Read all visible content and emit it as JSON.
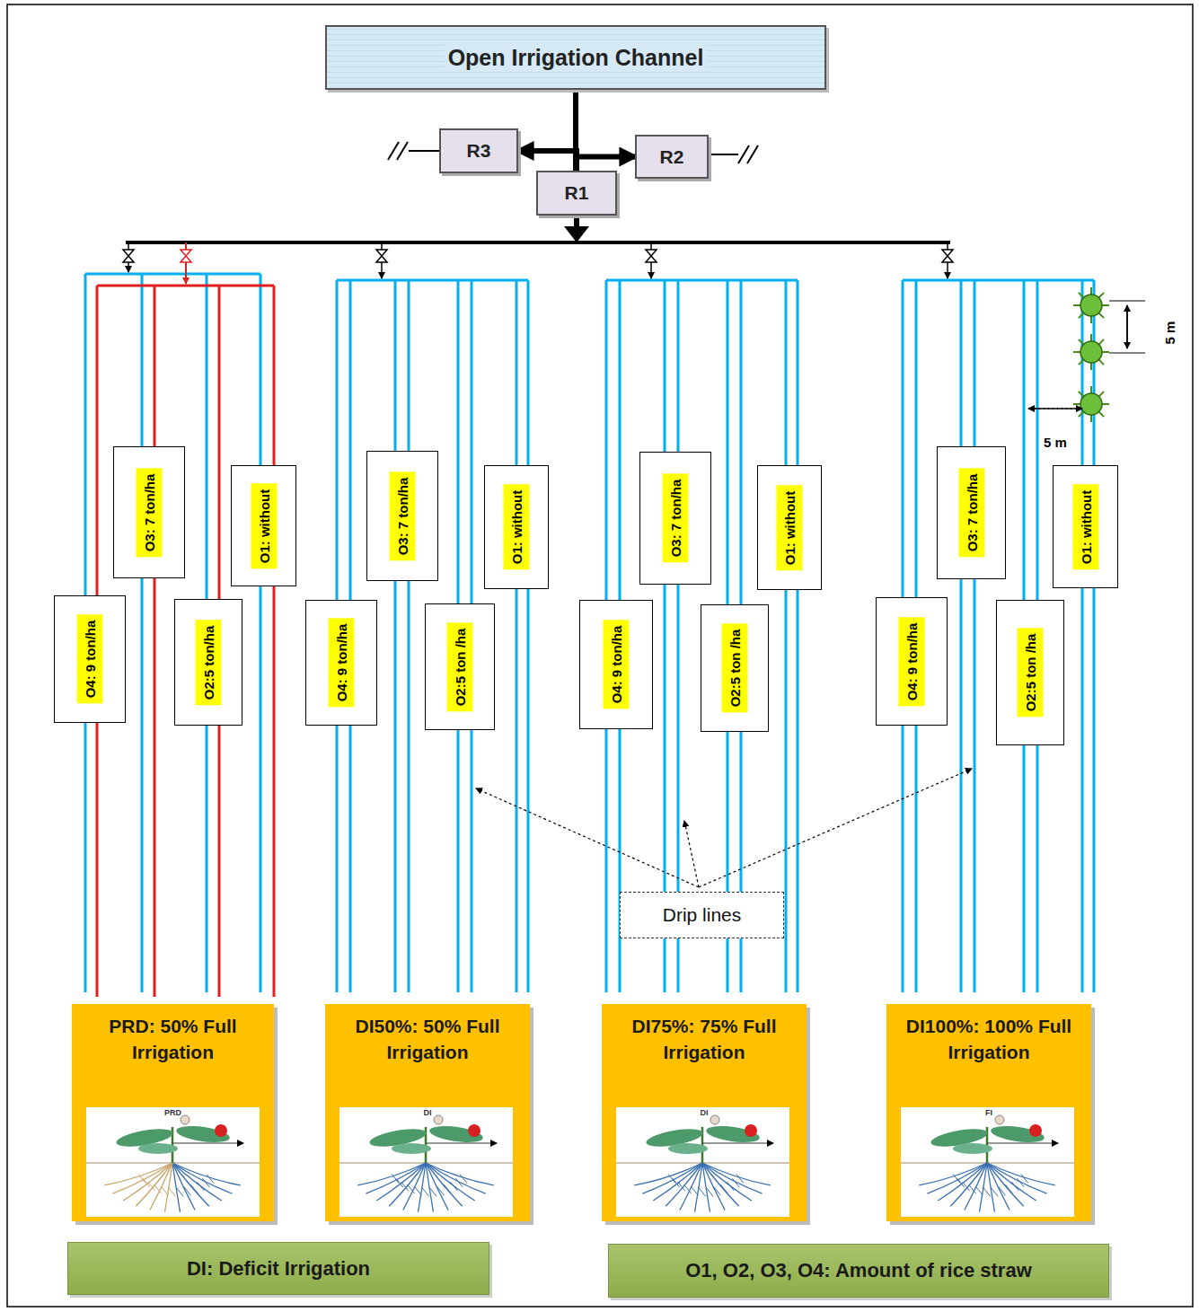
{
  "diagram": {
    "nodes": [
      {
        "text": [
          "Open Irrigation Channel"
        ]
      },
      {
        "text": [
          "R3"
        ]
      },
      {
        "text": [
          "R2"
        ]
      },
      {
        "text": [
          "R1"
        ]
      },
      {
        "text": [
          "O4: 9 ton/ha"
        ]
      },
      {
        "text": [
          "O3: 7 ton/ha"
        ]
      },
      {
        "text": [
          "O2:5 ton/ha"
        ]
      },
      {
        "text": [
          "O1: without"
        ]
      },
      {
        "text": [
          "O4: 9 ton/ha"
        ]
      },
      {
        "text": [
          "O3: 7 ton/ha"
        ]
      },
      {
        "text": [
          "O2:5 ton /ha"
        ]
      },
      {
        "text": [
          "O1: without"
        ]
      },
      {
        "text": [
          "O4: 9 ton/ha"
        ]
      },
      {
        "text": [
          "O3: 7 ton/ha"
        ]
      },
      {
        "text": [
          "O2:5 ton /ha"
        ]
      },
      {
        "text": [
          "O1: without"
        ]
      },
      {
        "text": [
          "O4: 9 ton/ha"
        ]
      },
      {
        "text": [
          "O3: 7 ton/ha"
        ]
      },
      {
        "text": [
          "O2:5 ton /ha"
        ]
      },
      {
        "text": [
          "O1: without"
        ]
      },
      {
        "text": [
          "Drip lines"
        ]
      },
      {
        "text": [
          "PRD: 50% Full Irrigation",
          "PRD"
        ]
      },
      {
        "text": [
          "DI50%: 50% Full Irrigation",
          "DI"
        ]
      },
      {
        "text": [
          "DI75%: 75% Full Irrigation",
          "DI"
        ]
      },
      {
        "text": [
          "DI100%: 100% Full Irrigation",
          "FI"
        ]
      },
      {
        "text": [
          "DI: Deficit Irrigation"
        ]
      },
      {
        "text": [
          "O1, O2, O3, O4: Amount of rice straw"
        ]
      }
    ],
    "edges": [
      {
        "from": 0,
        "to": 3,
        "arrow": "none"
      },
      {
        "from": 3,
        "to": 1,
        "arrow": "to"
      },
      {
        "from": 3,
        "to": 2,
        "arrow": "to"
      }
    ],
    "labels": [
      "5 m",
      "5 m"
    ]
  }
}
